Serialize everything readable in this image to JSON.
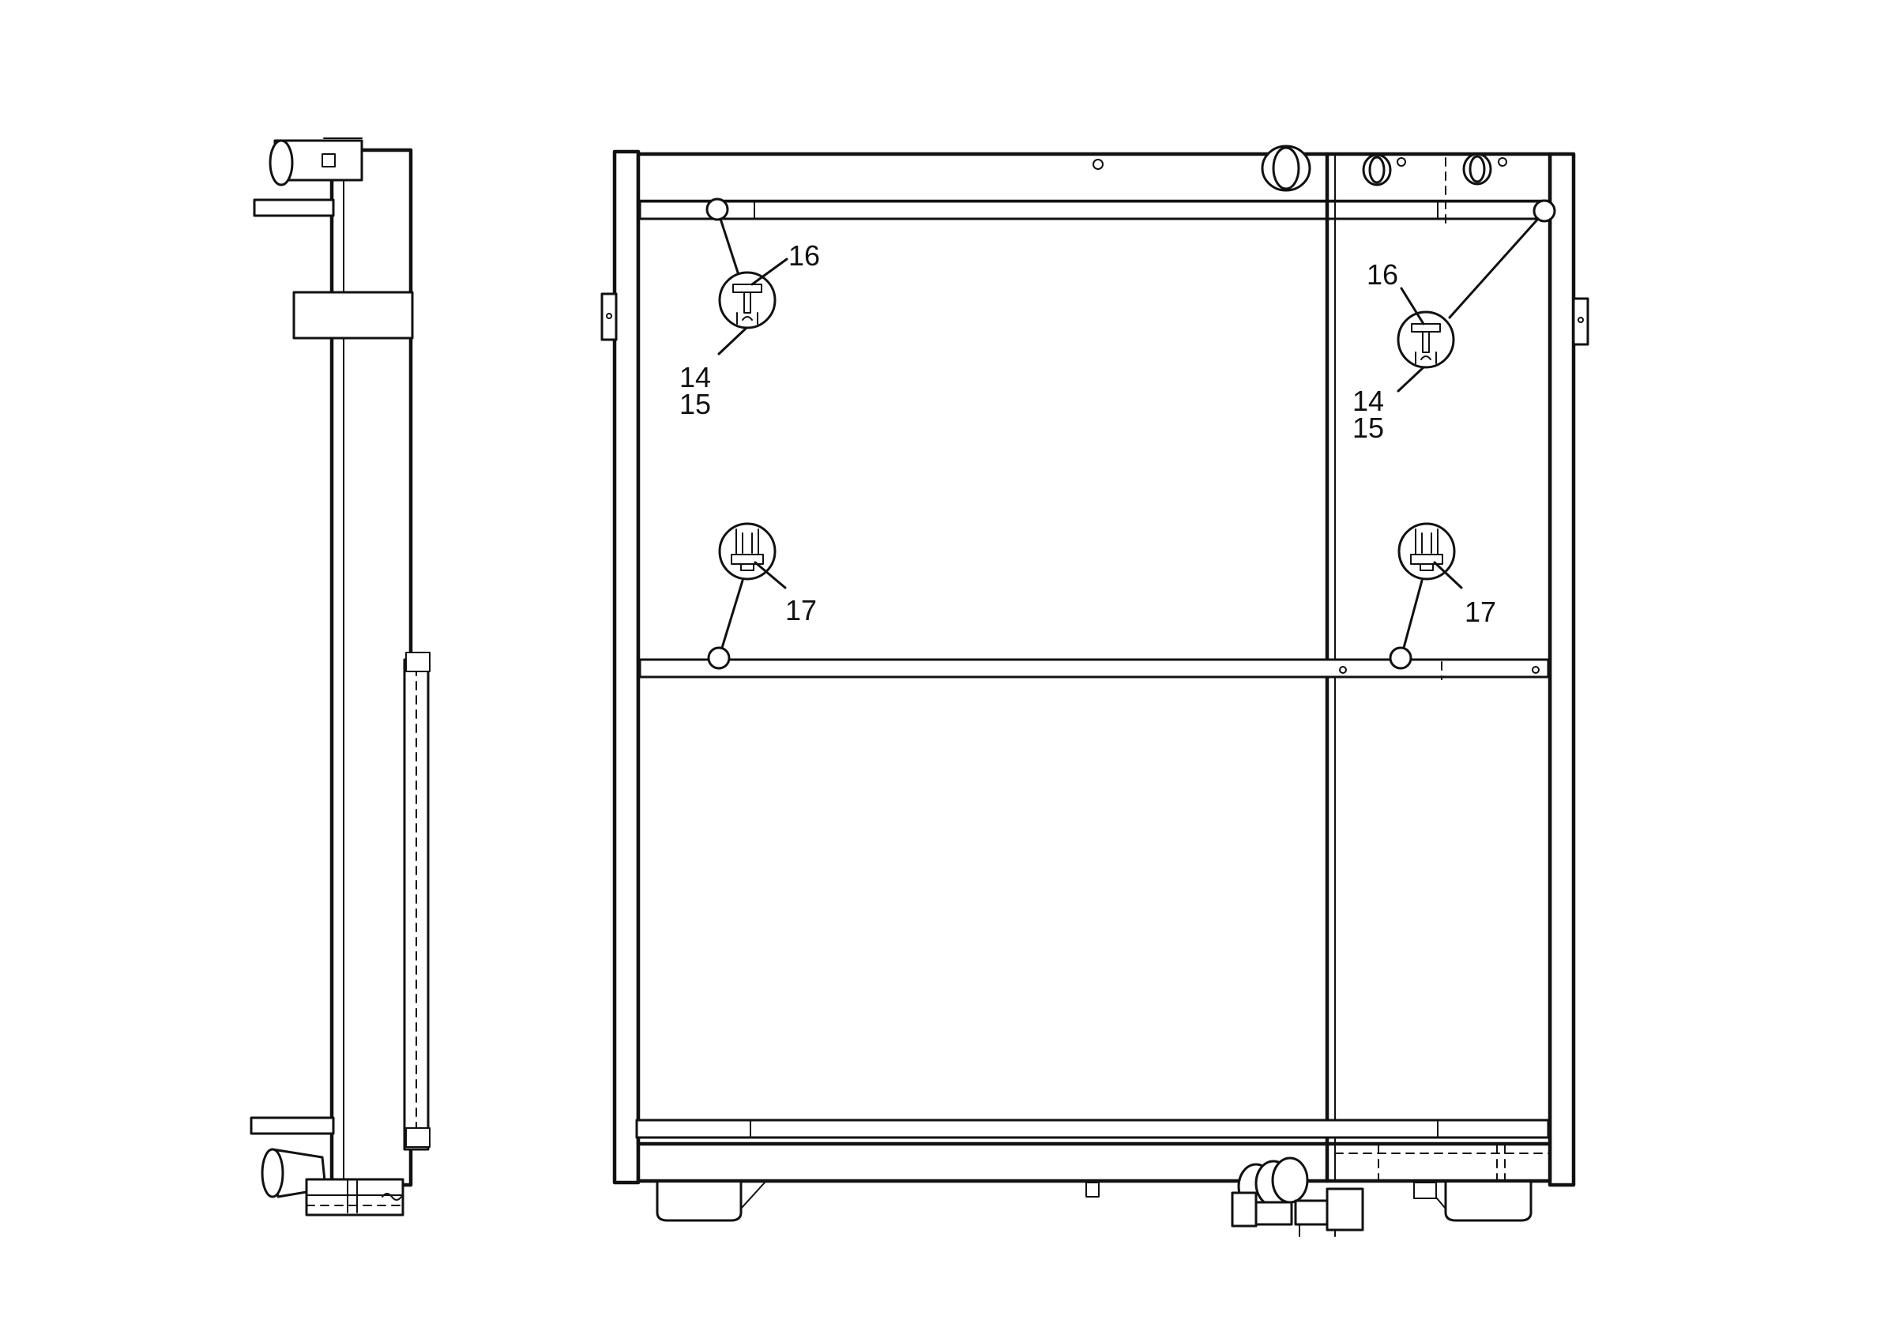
{
  "callouts": {
    "upper_left": {
      "top": "16",
      "bottom_a": "14",
      "bottom_b": "15"
    },
    "upper_right": {
      "top": "16",
      "bottom_a": "14",
      "bottom_b": "15"
    },
    "lower_left": {
      "label": "17"
    },
    "lower_right": {
      "label": "17"
    }
  }
}
